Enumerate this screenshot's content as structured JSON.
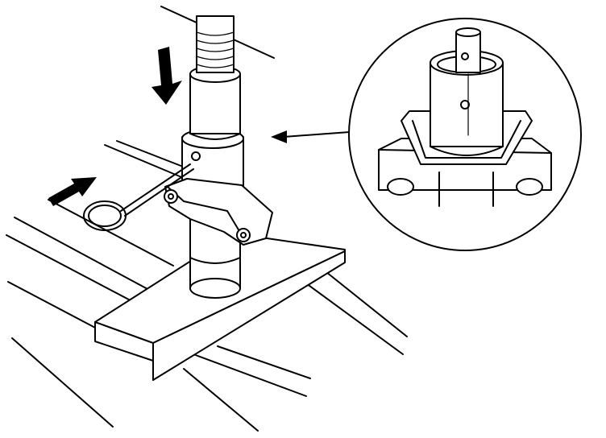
{
  "figure": {
    "type": "technical-illustration",
    "background": "#ffffff",
    "ink": "#000000",
    "arrows": [
      {
        "icon": "arrow-down-icon",
        "meaning": "press-down"
      },
      {
        "icon": "arrow-right-icon",
        "meaning": "push-in"
      },
      {
        "icon": "leader-arrow-icon",
        "meaning": "detail-callout"
      }
    ]
  }
}
